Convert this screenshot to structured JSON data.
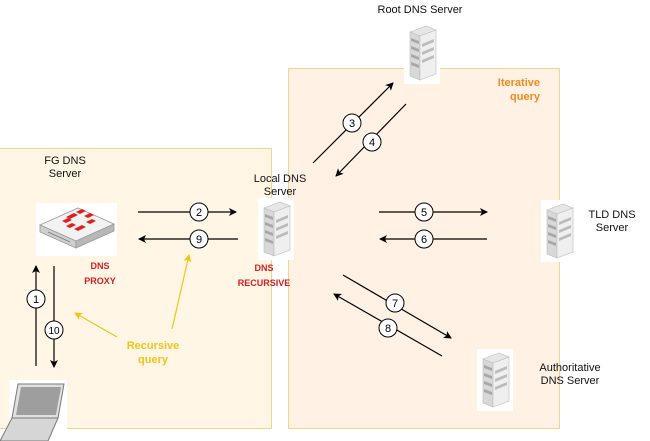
{
  "zones": {
    "recursive": {
      "label_line1": "Recursive",
      "label_line2": "query"
    },
    "iterative": {
      "label_line1": "Iterative",
      "label_line2": "query"
    }
  },
  "nodes": {
    "root": {
      "label": "Root DNS Server"
    },
    "fg": {
      "label_line1": "FG DNS",
      "label_line2": "Server",
      "role_line1": "DNS",
      "role_line2": "PROXY"
    },
    "local": {
      "label_line1": "Local DNS",
      "label_line2": "Server",
      "role_line1": "DNS",
      "role_line2": "RECURSIVE"
    },
    "tld": {
      "label_line1": "TLD DNS",
      "label_line2": "Server"
    },
    "auth": {
      "label_line1": "Authoritative",
      "label_line2": "DNS Server"
    },
    "client": {
      "label": ""
    }
  },
  "steps": [
    "1",
    "2",
    "3",
    "4",
    "5",
    "6",
    "7",
    "8",
    "9",
    "10"
  ],
  "colors": {
    "accent_red": "#d42020",
    "iterative_orange": "#f08c1e",
    "recursive_yellow": "#f0c419"
  }
}
